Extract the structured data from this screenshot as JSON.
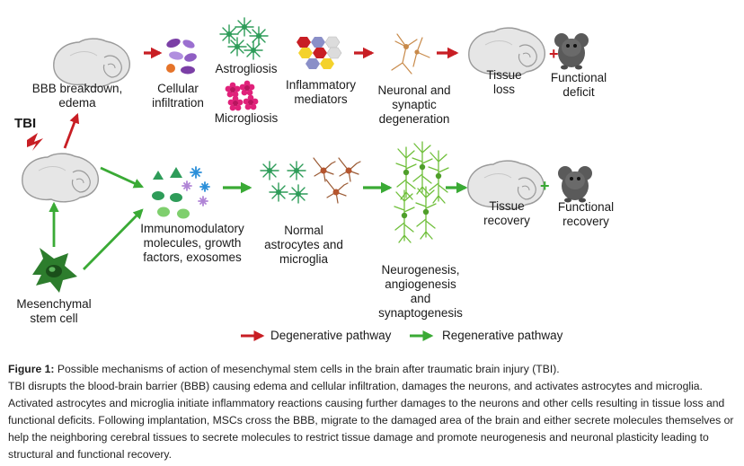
{
  "diagram": {
    "tbi": "TBI",
    "nodes": {
      "bbb": "BBB breakdown,\nedema",
      "cellular": "Cellular\ninfiltration",
      "astrogliosis": "Astrogliosis",
      "microgliosis": "Microgliosis",
      "inflammatory": "Inflammatory\nmediators",
      "neuronal": "Neuronal and\nsynaptic\ndegeneration",
      "tissue_loss": "Tissue\nloss",
      "functional_deficit": "Functional\ndeficit",
      "msc": "Mesenchymal\nstem cell",
      "immuno": "Immunomodulatory\nmolecules, growth\nfactors, exosomes",
      "normal": "Normal\nastrocytes and\nmicroglia",
      "neurogenesis": "Neurogenesis,\nangiogenesis\nand\nsynaptogenesis",
      "tissue_recovery": "Tissue\nrecovery",
      "functional_recovery": "Functional\nrecovery"
    },
    "plus": "+",
    "legend": {
      "degenerative": "Degenerative pathway",
      "regenerative": "Regenerative pathway"
    },
    "colors": {
      "degenerative": "#c81e24",
      "regenerative": "#3aaa35",
      "microglia": "#e0217a",
      "astrocyte": "#2e9c59",
      "msc": "#2d7d2d"
    }
  },
  "caption": {
    "title": "Figure 1:",
    "title_text": "  Possible mechanisms of action of mesenchymal stem cells in the brain after traumatic brain injury (TBI).",
    "body": "TBI disrupts the blood-brain barrier (BBB) causing edema and cellular infiltration, damages the neurons, and activates astrocytes and microglia. Activated astrocytes and microglia initiate inflammatory reactions causing further damages to the neurons and other cells resulting in tissue loss and functional deficits. Following implantation, MSCs cross the BBB, migrate to the damaged area of the brain and either secrete molecules themselves or help the neighboring cerebral tissues to secrete molecules to restrict tissue damage and promote neurogenesis and neuronal plasticity leading to structural and functional recovery."
  }
}
